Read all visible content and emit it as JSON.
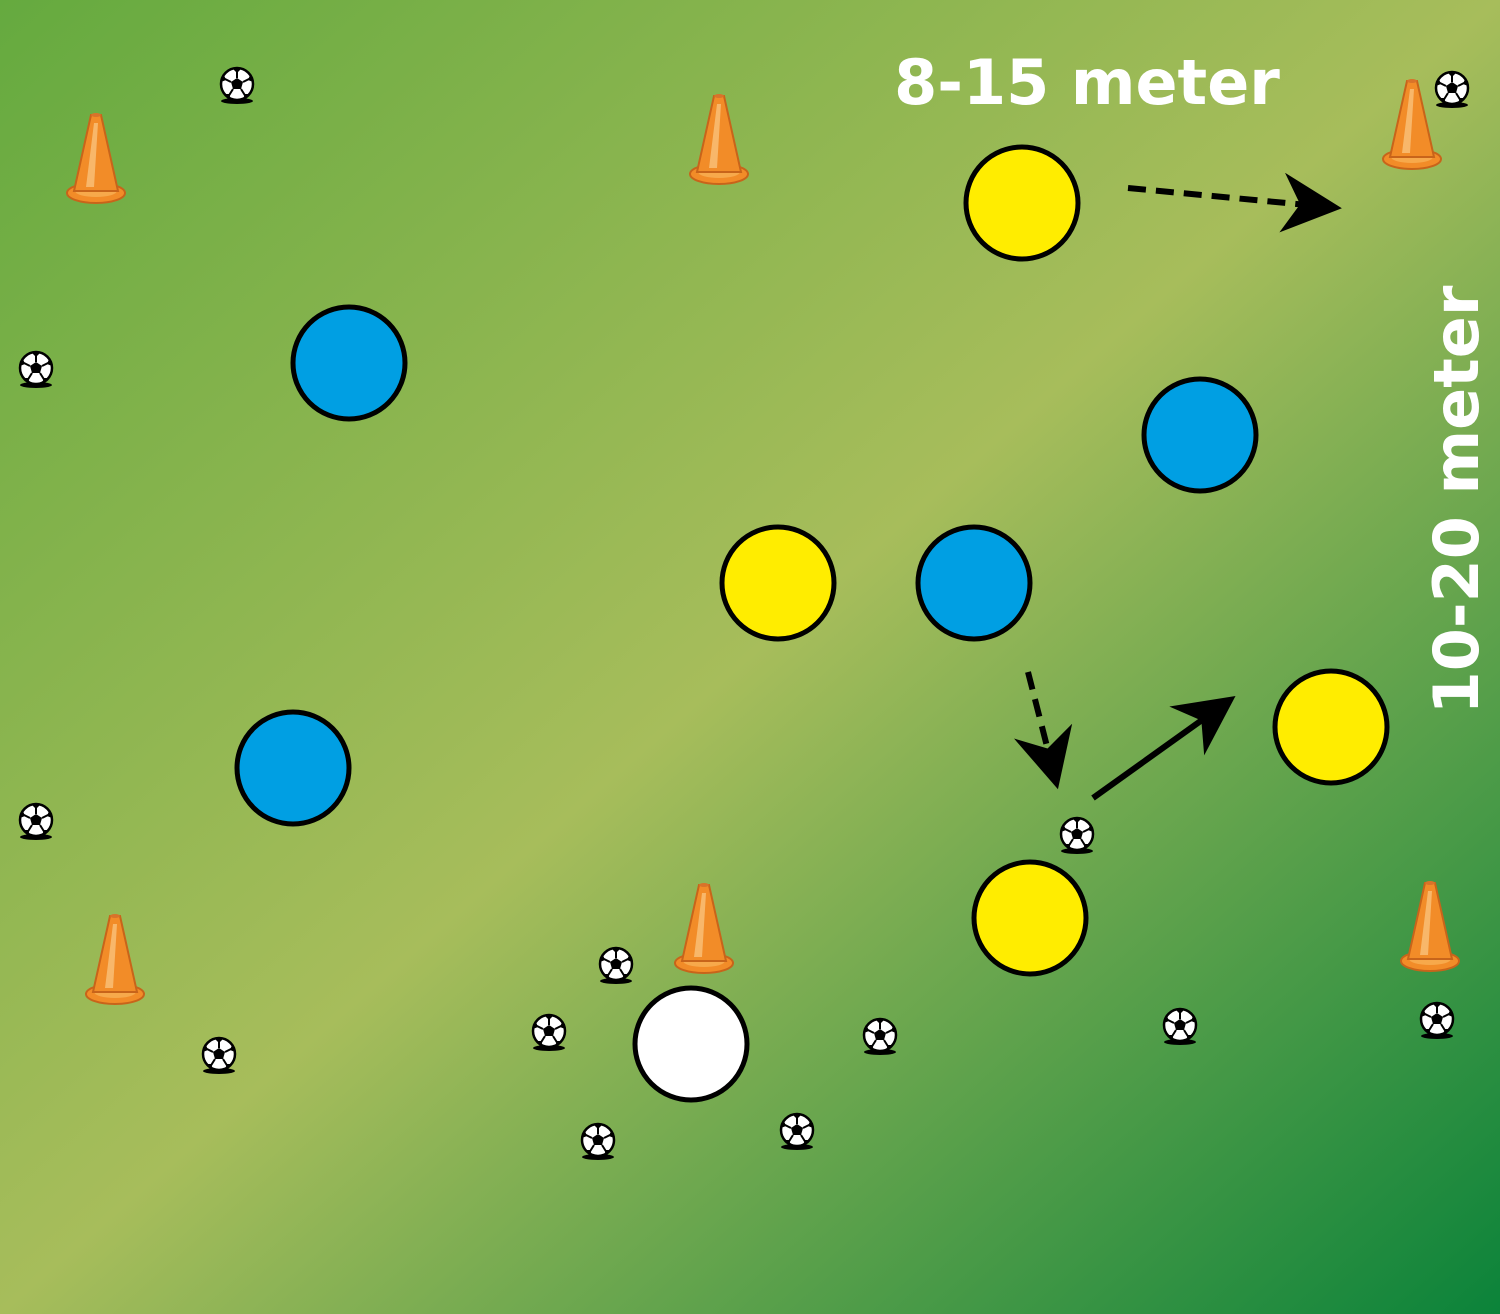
{
  "labels": {
    "width_label": "8-15 meter",
    "length_label": "10-20 meter"
  },
  "colors": {
    "field_light": "#a7bd5b",
    "field_dark_top": "#65aa3f",
    "field_dark_bottom": "#0b833a",
    "team_yellow": "#ffed00",
    "team_blue": "#009fe3",
    "neutral_white": "#ffffff",
    "cone_orange": "#f28c28",
    "outline": "#000000"
  },
  "legend_icons": {
    "cone": "training-cone-icon",
    "ball": "soccer-ball-icon",
    "pass": "solid-arrow",
    "run": "dashed-arrow"
  }
}
